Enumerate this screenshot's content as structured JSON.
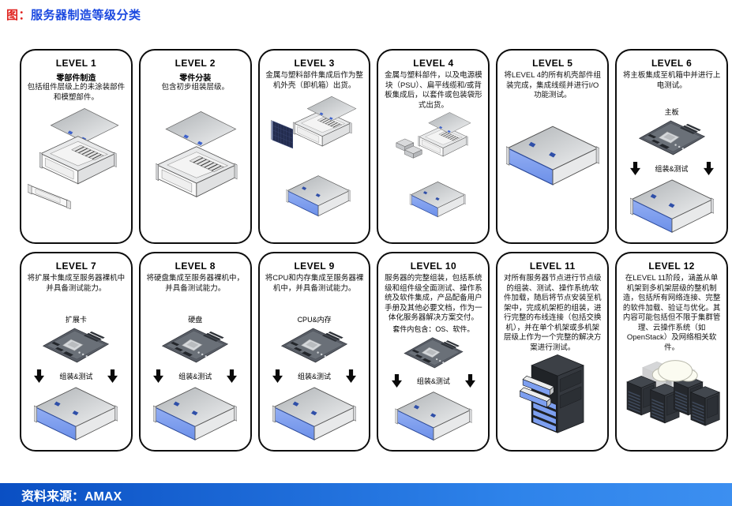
{
  "header": {
    "prefix": "图：",
    "title": "服务器制造等级分类"
  },
  "footer": {
    "source": "资料来源：AMAX"
  },
  "colors": {
    "title_red": "#e02420",
    "title_blue": "#1b49e0",
    "chassis_front_blue": "#7d9ff0",
    "footer_blue_dark": "#0a4fc3",
    "footer_blue_light": "#3c8ff0",
    "card_border": "#0d0d0d"
  },
  "icons": {
    "down_arrow": "thick black down arrow",
    "chassis_lid": "isometric server top cover",
    "chassis_open": "isometric open server chassis",
    "chassis_closed": "assembled server chassis with blue front",
    "front_bezel": "detached front bezel panel",
    "mesh_panel": "dark vented panel",
    "psu_box": "small power-supply box",
    "motherboard": "isometric circuit board",
    "rack_cabinet": "server rack with blue trays",
    "server_cluster": "multi-rack cluster with cloud"
  },
  "cards": [
    {
      "level": "LEVEL 1",
      "subtitle": "零部件制造",
      "desc": "包括组件层级上的未涂装部件和模塑部件。"
    },
    {
      "level": "LEVEL 2",
      "subtitle": "零件分装",
      "desc": "包含初步组装层级。"
    },
    {
      "level": "LEVEL 3",
      "desc": "金属与塑料部件集成后作为整机外壳（即机箱）出货。"
    },
    {
      "level": "LEVEL 4",
      "desc": "金属与塑料部件，以及电源模块（PSU）、扁平线缆和/或背板集成后，以套件或包装袋形式出货。"
    },
    {
      "level": "LEVEL 5",
      "desc": "将LEVEL 4的所有机壳部件组装完成，集成线缆并进行I/O功能测试。"
    },
    {
      "level": "LEVEL 6",
      "desc": "将主板集成至机箱中并进行上电测试。",
      "part": "主板",
      "arrow_label": "组装&测试"
    },
    {
      "level": "LEVEL 7",
      "desc": "将扩展卡集成至服务器裸机中并具备测试能力。",
      "part": "扩展卡",
      "arrow_label": "组装&测试"
    },
    {
      "level": "LEVEL 8",
      "desc": "将硬盘集成至服务器裸机中，并具备测试能力。",
      "part": "硬盘",
      "arrow_label": "组装&测试"
    },
    {
      "level": "LEVEL 9",
      "desc": "将CPU和内存集成至服务器裸机中，并具备测试能力。",
      "part": "CPU&内存",
      "arrow_label": "组装&测试"
    },
    {
      "level": "LEVEL 10",
      "desc": "服务器的完整组装，包括系统级和组件级全面测试、操作系统及软件集成，产品配备用户手册及其他必要文档，作为一体化服务器解决方案交付。",
      "part": "套件内包含：OS、软件。",
      "arrow_label": "组装&测试"
    },
    {
      "level": "LEVEL 11",
      "desc": "对所有服务器节点进行节点级的组装、测试、操作系统/软件加载，随后将节点安装至机架中，完成机架柜的组装，进行完整的布线连接（包括交换机），并在单个机架或多机架层级上作为一个完整的解决方案进行测试。"
    },
    {
      "level": "LEVEL 12",
      "desc": "在LEVEL 11阶段，涵盖从单机架到多机架层级的整机制造，包括所有网络连接、完整的软件加载、验证与优化。其内容可能包括但不限于集群管理、云操作系统（如OpenStack）及网络相关软件。"
    }
  ]
}
